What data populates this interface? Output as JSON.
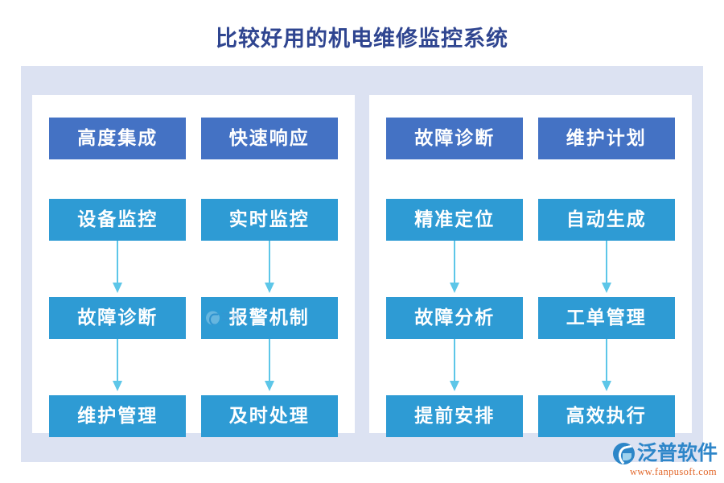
{
  "title": "比较好用的机电维修监控系统",
  "colors": {
    "title_text": "#2f4590",
    "frame_background": "#dce2f2",
    "panel_background": "#ffffff",
    "head_node": "#4472c4",
    "step_node": "#2e9bd4",
    "arrow": "#5dc6e8",
    "logo_blue": "#2e86c9",
    "logo_orange": "#e2672a"
  },
  "diagram": {
    "type": "flow-columns",
    "panels": [
      {
        "name": "left-panel",
        "columns": [
          {
            "name": "column-high-integration",
            "head": "高度集成",
            "steps": [
              "设备监控",
              "故障诊断",
              "维护管理"
            ]
          },
          {
            "name": "column-fast-response",
            "head": "快速响应",
            "steps": [
              "实时监控",
              "报警机制",
              "及时处理"
            ],
            "watermark_on_step": 1
          }
        ]
      },
      {
        "name": "right-panel",
        "columns": [
          {
            "name": "column-fault-diagnosis",
            "head": "故障诊断",
            "steps": [
              "精准定位",
              "故障分析",
              "提前安排"
            ]
          },
          {
            "name": "column-maintenance-plan",
            "head": "维护计划",
            "steps": [
              "自动生成",
              "工单管理",
              "高效执行"
            ]
          }
        ]
      }
    ]
  },
  "watermark": {
    "text": "泛普"
  },
  "logo": {
    "name": "泛普软件",
    "url": "www.fanpusoft.com",
    "mark_icon": "fanpu-swoosh-icon"
  }
}
